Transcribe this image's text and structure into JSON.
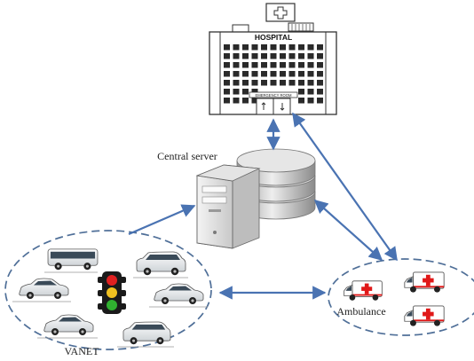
{
  "diagram": {
    "hospital": {
      "sign": "HOSPITAL",
      "entrance_sign": "EMERGENCY ROOM"
    },
    "server": {
      "label": "Central server"
    },
    "vanet": {
      "label": "VANET"
    },
    "ambulance_group": {
      "label": "Ambulance"
    },
    "colors": {
      "link": "#4a73b2",
      "cluster_border": "#4f6f98",
      "traffic_light_red": "#e02020",
      "traffic_light_yellow": "#f0c020",
      "traffic_light_green": "#30b030",
      "ambulance_cross": "#e01818"
    },
    "icons": [
      "hospital-building-icon",
      "server-icon",
      "database-icon",
      "car-icon",
      "bus-icon",
      "suv-icon",
      "traffic-light-icon",
      "ambulance-icon"
    ]
  }
}
